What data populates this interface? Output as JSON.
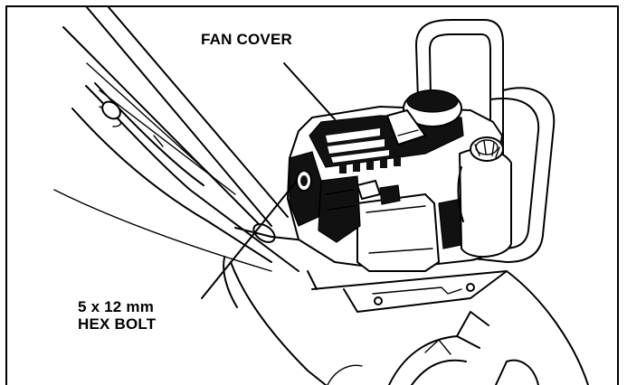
{
  "callouts": {
    "fan_cover": "FAN COVER",
    "hex_bolt_line1": "5 x 12 mm",
    "hex_bolt_line2": "HEX BOLT"
  },
  "colors": {
    "line": "#000000",
    "background": "#ffffff"
  }
}
